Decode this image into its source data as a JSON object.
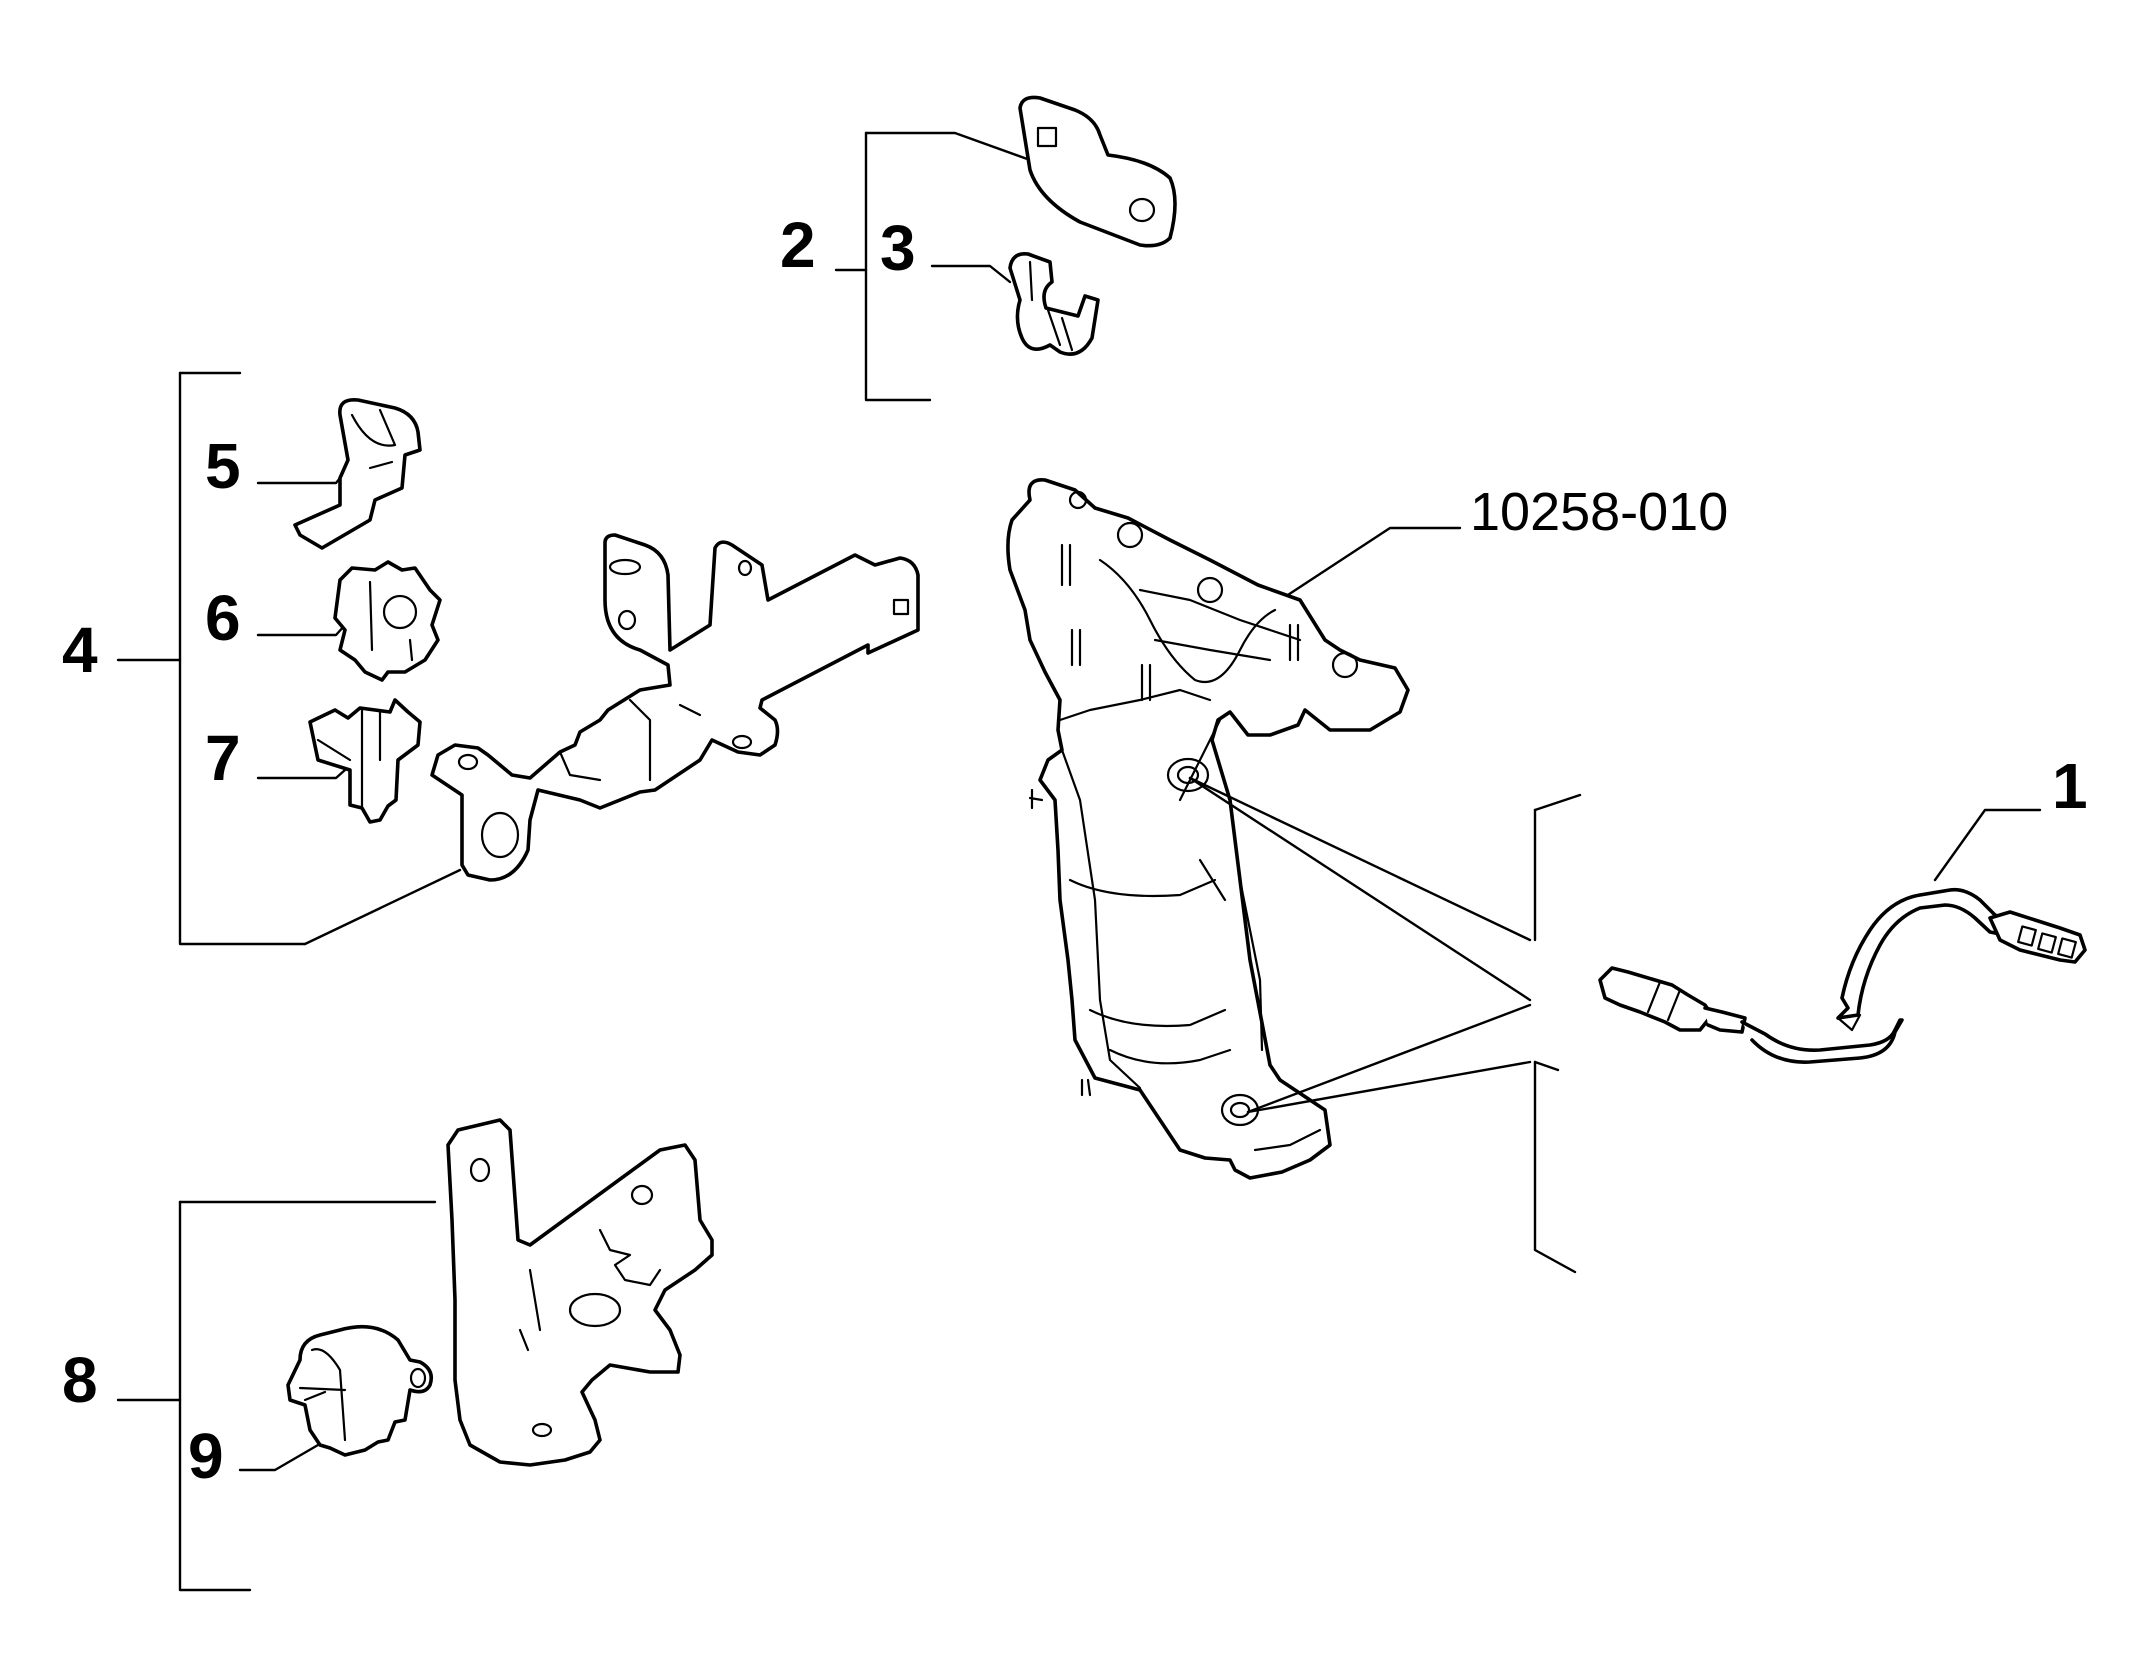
{
  "reference": "10258-010",
  "callouts": {
    "c1": "1",
    "c2": "2",
    "c3": "3",
    "c4": "4",
    "c5": "5",
    "c6": "6",
    "c7": "7",
    "c8": "8",
    "c9": "9"
  }
}
